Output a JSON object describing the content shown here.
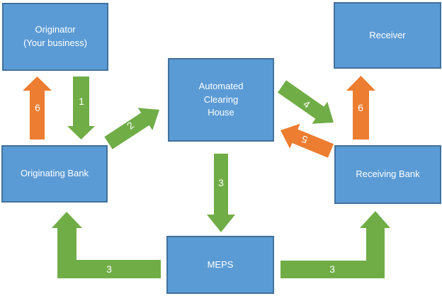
{
  "colors": {
    "background": "#ffffff",
    "box_fill": "#5b9bd5",
    "box_border": "#41719c",
    "green": "#70ad47",
    "orange": "#ed7d31",
    "text": "#ffffff"
  },
  "boxes": {
    "originator": {
      "label": "Originator\n(Your business)"
    },
    "receiver": {
      "label": "Receiver"
    },
    "ach": {
      "label": "Automated\nClearing\nHouse"
    },
    "originating_bank": {
      "label": "Originating Bank"
    },
    "receiving_bank": {
      "label": "Receiving Bank"
    },
    "meps": {
      "label": "MEPS"
    }
  },
  "arrows": {
    "step1": {
      "label": "1",
      "color": "green",
      "from": "Originator (Your business)",
      "to": "Originating Bank",
      "direction": "down"
    },
    "step2": {
      "label": "2",
      "color": "green",
      "from": "Originating Bank",
      "to": "Automated Clearing House",
      "direction": "up-right"
    },
    "step3_ach_to_meps": {
      "label": "3",
      "color": "green",
      "from": "Automated Clearing House",
      "to": "MEPS",
      "direction": "down"
    },
    "step3_meps_to_originating_bank": {
      "label": "3",
      "color": "green",
      "from": "MEPS",
      "to": "Originating Bank",
      "direction": "left-then-up"
    },
    "step3_meps_to_receiving_bank": {
      "label": "3",
      "color": "green",
      "from": "MEPS",
      "to": "Receiving Bank",
      "direction": "right-then-up"
    },
    "step4": {
      "label": "4",
      "color": "green",
      "from": "Automated Clearing House",
      "to": "Receiving Bank",
      "direction": "down-right"
    },
    "step5": {
      "label": "5",
      "color": "orange",
      "from": "Receiving Bank",
      "to": "Automated Clearing House",
      "direction": "up-left"
    },
    "step6_receiving_bank_to_receiver": {
      "label": "6",
      "color": "orange",
      "from": "Receiving Bank",
      "to": "Receiver",
      "direction": "up"
    },
    "step6_originating_bank_to_originator": {
      "label": "6",
      "color": "orange",
      "from": "Originating Bank",
      "to": "Originator (Your business)",
      "direction": "up"
    }
  }
}
